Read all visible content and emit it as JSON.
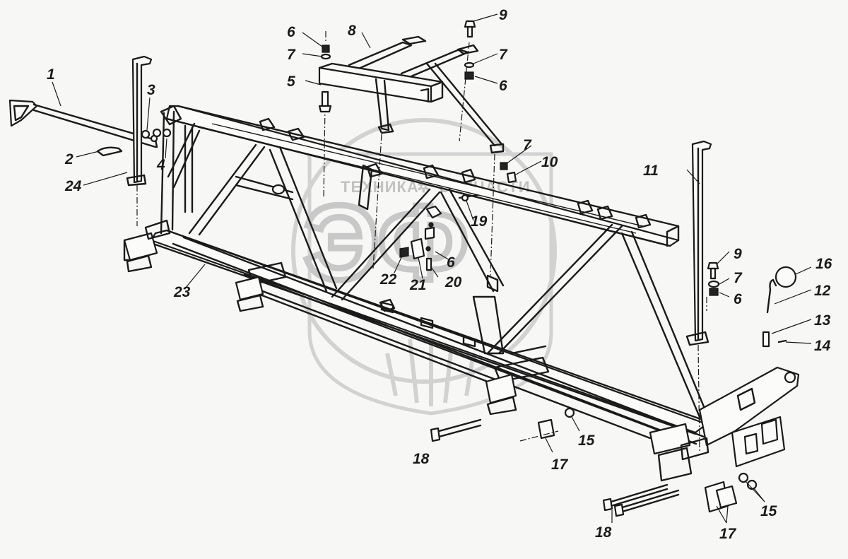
{
  "watermark": {
    "line1_left": "ТЕХНИКА",
    "line1_right": "ЗАПЧАСТИ",
    "monogram": "ЭФ"
  },
  "callouts": [
    {
      "id": "c1",
      "label": "1"
    },
    {
      "id": "c2",
      "label": "2"
    },
    {
      "id": "c3",
      "label": "3"
    },
    {
      "id": "c4",
      "label": "4"
    },
    {
      "id": "c5",
      "label": "5"
    },
    {
      "id": "c6a",
      "label": "6"
    },
    {
      "id": "c6b",
      "label": "6"
    },
    {
      "id": "c6c",
      "label": "6"
    },
    {
      "id": "c6d",
      "label": "6"
    },
    {
      "id": "c7a",
      "label": "7"
    },
    {
      "id": "c7b",
      "label": "7"
    },
    {
      "id": "c7c",
      "label": "7"
    },
    {
      "id": "c7d",
      "label": "7"
    },
    {
      "id": "c8",
      "label": "8"
    },
    {
      "id": "c9a",
      "label": "9"
    },
    {
      "id": "c9b",
      "label": "9"
    },
    {
      "id": "c10",
      "label": "10"
    },
    {
      "id": "c11",
      "label": "11"
    },
    {
      "id": "c12",
      "label": "12"
    },
    {
      "id": "c13",
      "label": "13"
    },
    {
      "id": "c14",
      "label": "14"
    },
    {
      "id": "c15a",
      "label": "15"
    },
    {
      "id": "c15b",
      "label": "15"
    },
    {
      "id": "c16",
      "label": "16"
    },
    {
      "id": "c17a",
      "label": "17"
    },
    {
      "id": "c17b",
      "label": "17"
    },
    {
      "id": "c18a",
      "label": "18"
    },
    {
      "id": "c18b",
      "label": "18"
    },
    {
      "id": "c19",
      "label": "19"
    },
    {
      "id": "c20",
      "label": "20"
    },
    {
      "id": "c21",
      "label": "21"
    },
    {
      "id": "c22",
      "label": "22"
    },
    {
      "id": "c23",
      "label": "23"
    },
    {
      "id": "c24",
      "label": "24"
    }
  ]
}
